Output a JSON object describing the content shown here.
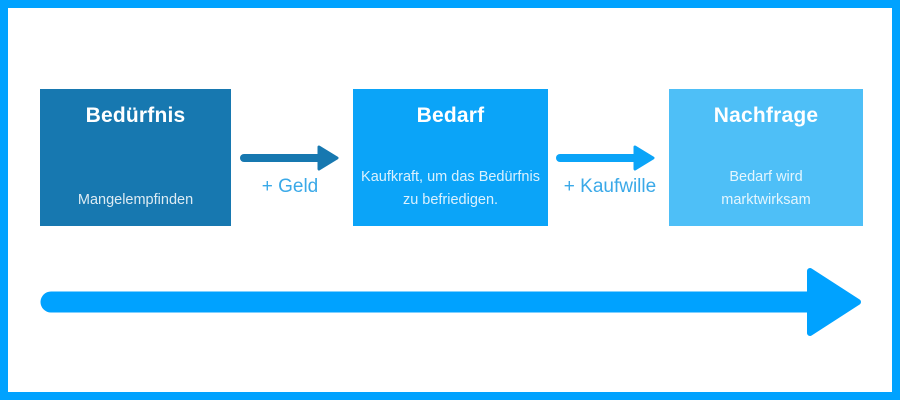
{
  "colors": {
    "border": "#00a2ff",
    "box1": "#1778b0",
    "box2": "#0ba4f8",
    "box3": "#4ebff7",
    "arrow1": "#1778b0",
    "arrow2": "#0ba4f8",
    "big_arrow": "#00a2ff",
    "label": "#3aa9e8",
    "subtitle_text": "rgba(255,255,255,0.85)"
  },
  "diagram": {
    "stages": [
      {
        "title": "Bedürfnis",
        "subtitle": "Mangelempfinden"
      },
      {
        "title": "Bedarf",
        "subtitle": "Kaufkraft, um das Bedürfnis zu befriedigen."
      },
      {
        "title": "Nachfrage",
        "subtitle": "Bedarf wird marktwirksam"
      }
    ],
    "transitions": [
      {
        "label": "+ Geld"
      },
      {
        "label": "+ Kaufwille"
      }
    ]
  }
}
